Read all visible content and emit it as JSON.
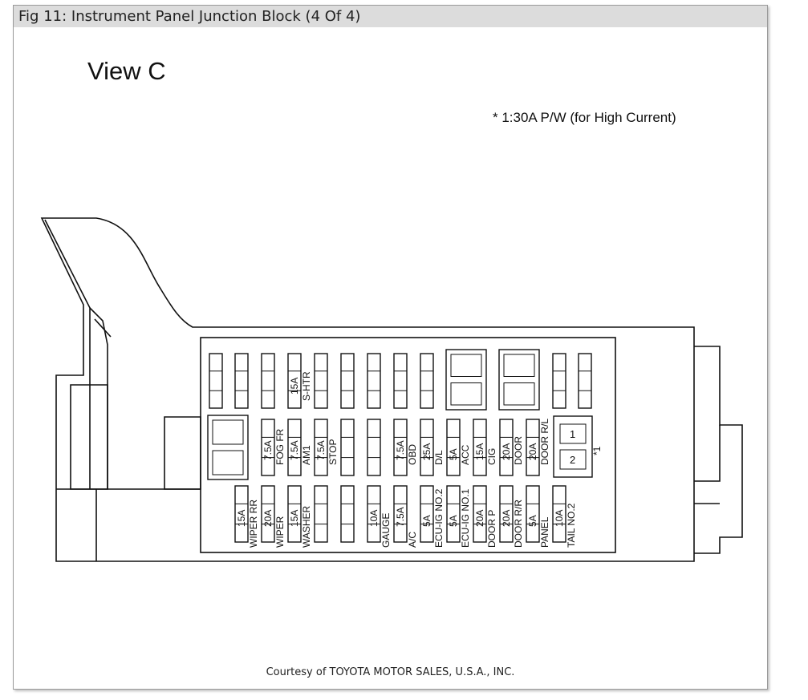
{
  "figure": {
    "title": "Fig 11: Instrument Panel Junction Block (4 Of 4)",
    "view_label": "View C",
    "note": "* 1:30A P/W (for High Current)",
    "courtesy": "Courtesy of TOYOTA MOTOR SALES, U.S.A., INC."
  },
  "fuses": {
    "row1": [
      {
        "amp": "",
        "name": ""
      },
      {
        "amp": "",
        "name": ""
      },
      {
        "amp": "",
        "name": ""
      },
      {
        "amp": "15A",
        "name": "S-HTR"
      },
      {
        "amp": "",
        "name": ""
      },
      {
        "amp": "",
        "name": ""
      },
      {
        "amp": "",
        "name": ""
      },
      {
        "amp": "",
        "name": ""
      },
      {
        "amp": "",
        "name": ""
      },
      {
        "amp": "",
        "name": ""
      },
      {
        "amp": "",
        "name": ""
      }
    ],
    "row2": [
      {
        "amp": "7.5A",
        "name": "FOG FR"
      },
      {
        "amp": "7.5A",
        "name": "AM1"
      },
      {
        "amp": "7.5A",
        "name": "STOP"
      },
      {
        "amp": "",
        "name": ""
      },
      {
        "amp": "",
        "name": ""
      },
      {
        "amp": "7.5A",
        "name": "OBD"
      },
      {
        "amp": "25A",
        "name": "D/L"
      },
      {
        "amp": "5A",
        "name": "ACC"
      },
      {
        "amp": "15A",
        "name": "CIG"
      },
      {
        "amp": "20A",
        "name": "DOOR"
      },
      {
        "amp": "20A",
        "name": "DOOR R/L"
      }
    ],
    "row3": [
      {
        "amp": "15A",
        "name": "WIPER RR"
      },
      {
        "amp": "20A",
        "name": "WIPER"
      },
      {
        "amp": "15A",
        "name": "WASHER"
      },
      {
        "amp": "",
        "name": ""
      },
      {
        "amp": "10A",
        "name": "GAUGE"
      },
      {
        "amp": "7.5A",
        "name": "A/C"
      },
      {
        "amp": "5A",
        "name": "ECU-IG NO.2"
      },
      {
        "amp": "5A",
        "name": "ECU-IG NO.1"
      },
      {
        "amp": "20A",
        "name": "DOOR P"
      },
      {
        "amp": "20A",
        "name": "DOOR R/R"
      },
      {
        "amp": "5A",
        "name": "PANEL"
      },
      {
        "amp": "10A",
        "name": "TAIL NO.2"
      }
    ]
  },
  "relay": {
    "slot1": "1",
    "slot2": "2",
    "mark": "*1"
  }
}
